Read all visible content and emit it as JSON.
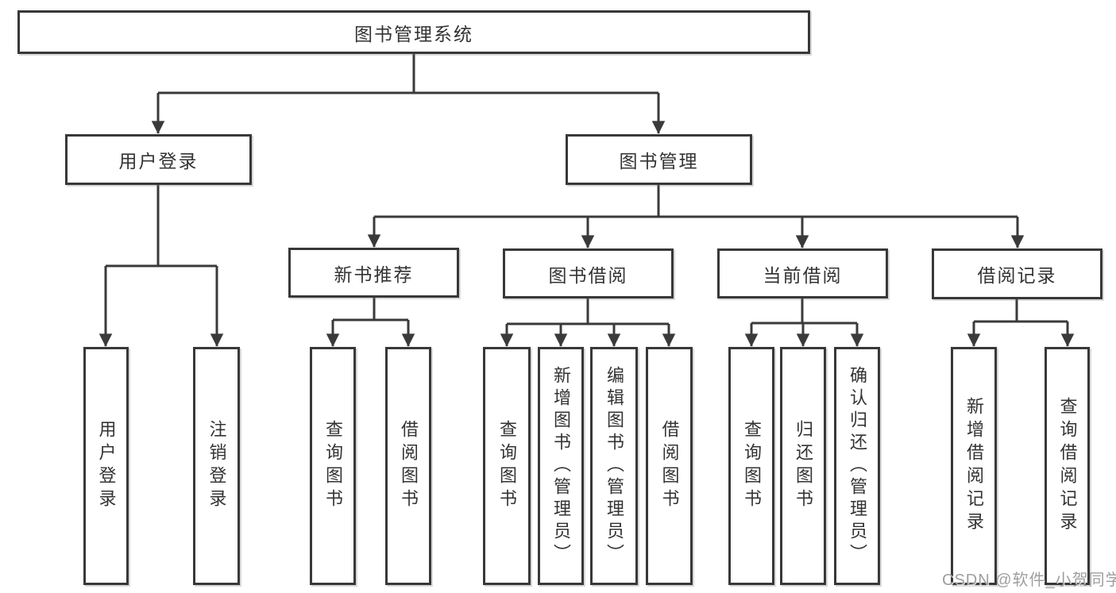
{
  "diagram": {
    "root": {
      "label": "图书管理系统"
    },
    "level2": {
      "user_login": {
        "label": "用户登录"
      },
      "book_mgmt": {
        "label": "图书管理"
      }
    },
    "level3": {
      "new_books": {
        "label": "新书推荐",
        "parent": "图书管理"
      },
      "book_borrow": {
        "label": "图书借阅",
        "parent": "图书管理"
      },
      "current_borrow": {
        "label": "当前借阅",
        "parent": "图书管理"
      },
      "borrow_records": {
        "label": "借阅记录",
        "parent": "图书管理"
      }
    },
    "leaves": [
      {
        "label": "用户登录",
        "parent": "用户登录"
      },
      {
        "label": "注销登录",
        "parent": "用户登录"
      },
      {
        "label": "查询图书",
        "parent": "新书推荐"
      },
      {
        "label": "借阅图书",
        "parent": "新书推荐"
      },
      {
        "label": "查询图书",
        "parent": "图书借阅"
      },
      {
        "label": "新增图书（管理员）",
        "parent": "图书借阅"
      },
      {
        "label": "编辑图书（管理员）",
        "parent": "图书借阅"
      },
      {
        "label": "借阅图书",
        "parent": "图书借阅"
      },
      {
        "label": "查询图书",
        "parent": "当前借阅"
      },
      {
        "label": "归还图书",
        "parent": "当前借阅"
      },
      {
        "label": "确认归还（管理员）",
        "parent": "当前借阅"
      },
      {
        "label": "新增借阅记录",
        "parent": "借阅记录"
      },
      {
        "label": "查询借阅记录",
        "parent": "借阅记录"
      }
    ]
  },
  "watermark": {
    "text": "CSDN @软件_小贺同学"
  },
  "colors": {
    "line": "#3a3a3a",
    "text": "#333333",
    "background": "#ffffff",
    "watermark": "#9e9e9e"
  }
}
